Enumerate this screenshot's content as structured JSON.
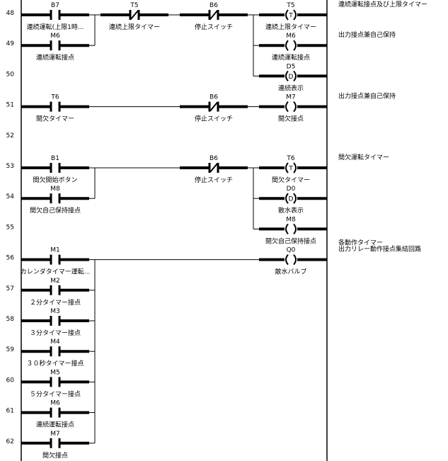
{
  "colors": {
    "wire": "#000000",
    "highlight_label": "#ff8c1a",
    "text": "#000000"
  },
  "row_numbers": [
    "48",
    "49",
    "50",
    "51",
    "52",
    "53",
    "54",
    "55",
    "56",
    "57",
    "58",
    "59",
    "60",
    "61",
    "62"
  ],
  "contacts": [
    {
      "row": "48",
      "col": 0,
      "type": "NO",
      "addr": "B7",
      "label": "連続運転(上限1時..."
    },
    {
      "row": "48",
      "col": 1,
      "type": "NC",
      "addr": "T5",
      "label": "連続上限タイマー"
    },
    {
      "row": "48",
      "col": 2,
      "type": "NC",
      "addr": "B6",
      "label": "停止スイッチ"
    },
    {
      "row": "49",
      "col": 0,
      "type": "NO",
      "addr": "M6",
      "label": "連続運転接点"
    },
    {
      "row": "51",
      "col": 0,
      "type": "NO",
      "addr": "T6",
      "label": "間欠タイマー"
    },
    {
      "row": "51",
      "col": 2,
      "type": "NC",
      "addr": "B6",
      "label": "停止スイッチ"
    },
    {
      "row": "53",
      "col": 0,
      "type": "NO",
      "addr": "B1",
      "label": "間欠開始ボタン"
    },
    {
      "row": "53",
      "col": 2,
      "type": "NC",
      "addr": "B6",
      "label": "停止スイッチ"
    },
    {
      "row": "54",
      "col": 0,
      "type": "NO",
      "addr": "M8",
      "label": "間欠自己保持接点"
    },
    {
      "row": "56",
      "col": 0,
      "type": "NO",
      "addr": "M1",
      "label": "カレンダタイマー運転..."
    },
    {
      "row": "57",
      "col": 0,
      "type": "NO",
      "addr": "M2",
      "label": "２分タイマー接点"
    },
    {
      "row": "58",
      "col": 0,
      "type": "NO",
      "addr": "M3",
      "label": "３分タイマー接点"
    },
    {
      "row": "59",
      "col": 0,
      "type": "NO",
      "addr": "M4",
      "label": "３０秒タイマー接点"
    },
    {
      "row": "60",
      "col": 0,
      "type": "NO",
      "addr": "M5",
      "label": "５分タイマー接点"
    },
    {
      "row": "61",
      "col": 0,
      "type": "NO",
      "addr": "M6",
      "label": "連続運転接点"
    },
    {
      "row": "62",
      "col": 0,
      "type": "NO",
      "addr": "M7",
      "label": "間欠接点",
      "highlight": true
    }
  ],
  "coils": [
    {
      "row": "48",
      "type": "T",
      "addr": "T5",
      "label": "連続上限タイマー"
    },
    {
      "row": "49",
      "type": "",
      "addr": "M6",
      "label": "連続運転接点"
    },
    {
      "row": "50",
      "type": "D",
      "addr": "D5",
      "label": "連続表示"
    },
    {
      "row": "51",
      "type": "",
      "addr": "M7",
      "label": "間欠接点",
      "highlight": true
    },
    {
      "row": "53",
      "type": "T",
      "addr": "T6",
      "label": "間欠タイマー"
    },
    {
      "row": "54",
      "type": "D",
      "addr": "D0",
      "label": "散水表示"
    },
    {
      "row": "55",
      "type": "",
      "addr": "M8",
      "label": "間欠自己保持接点"
    },
    {
      "row": "56",
      "type": "",
      "addr": "Q0",
      "label": "散水バルブ"
    }
  ],
  "comments": [
    {
      "row": "48",
      "lines": [
        "連続運転接点及び上限タイマー"
      ]
    },
    {
      "row": "49",
      "lines": [
        "出力接点兼自己保持"
      ]
    },
    {
      "row": "51",
      "lines": [
        "出力接点兼自己保持"
      ]
    },
    {
      "row": "53",
      "lines": [
        "間欠運転タイマー"
      ]
    },
    {
      "row": "56",
      "lines": [
        "各動作タイマー",
        "出力リレー動作接点集結回路"
      ]
    }
  ]
}
